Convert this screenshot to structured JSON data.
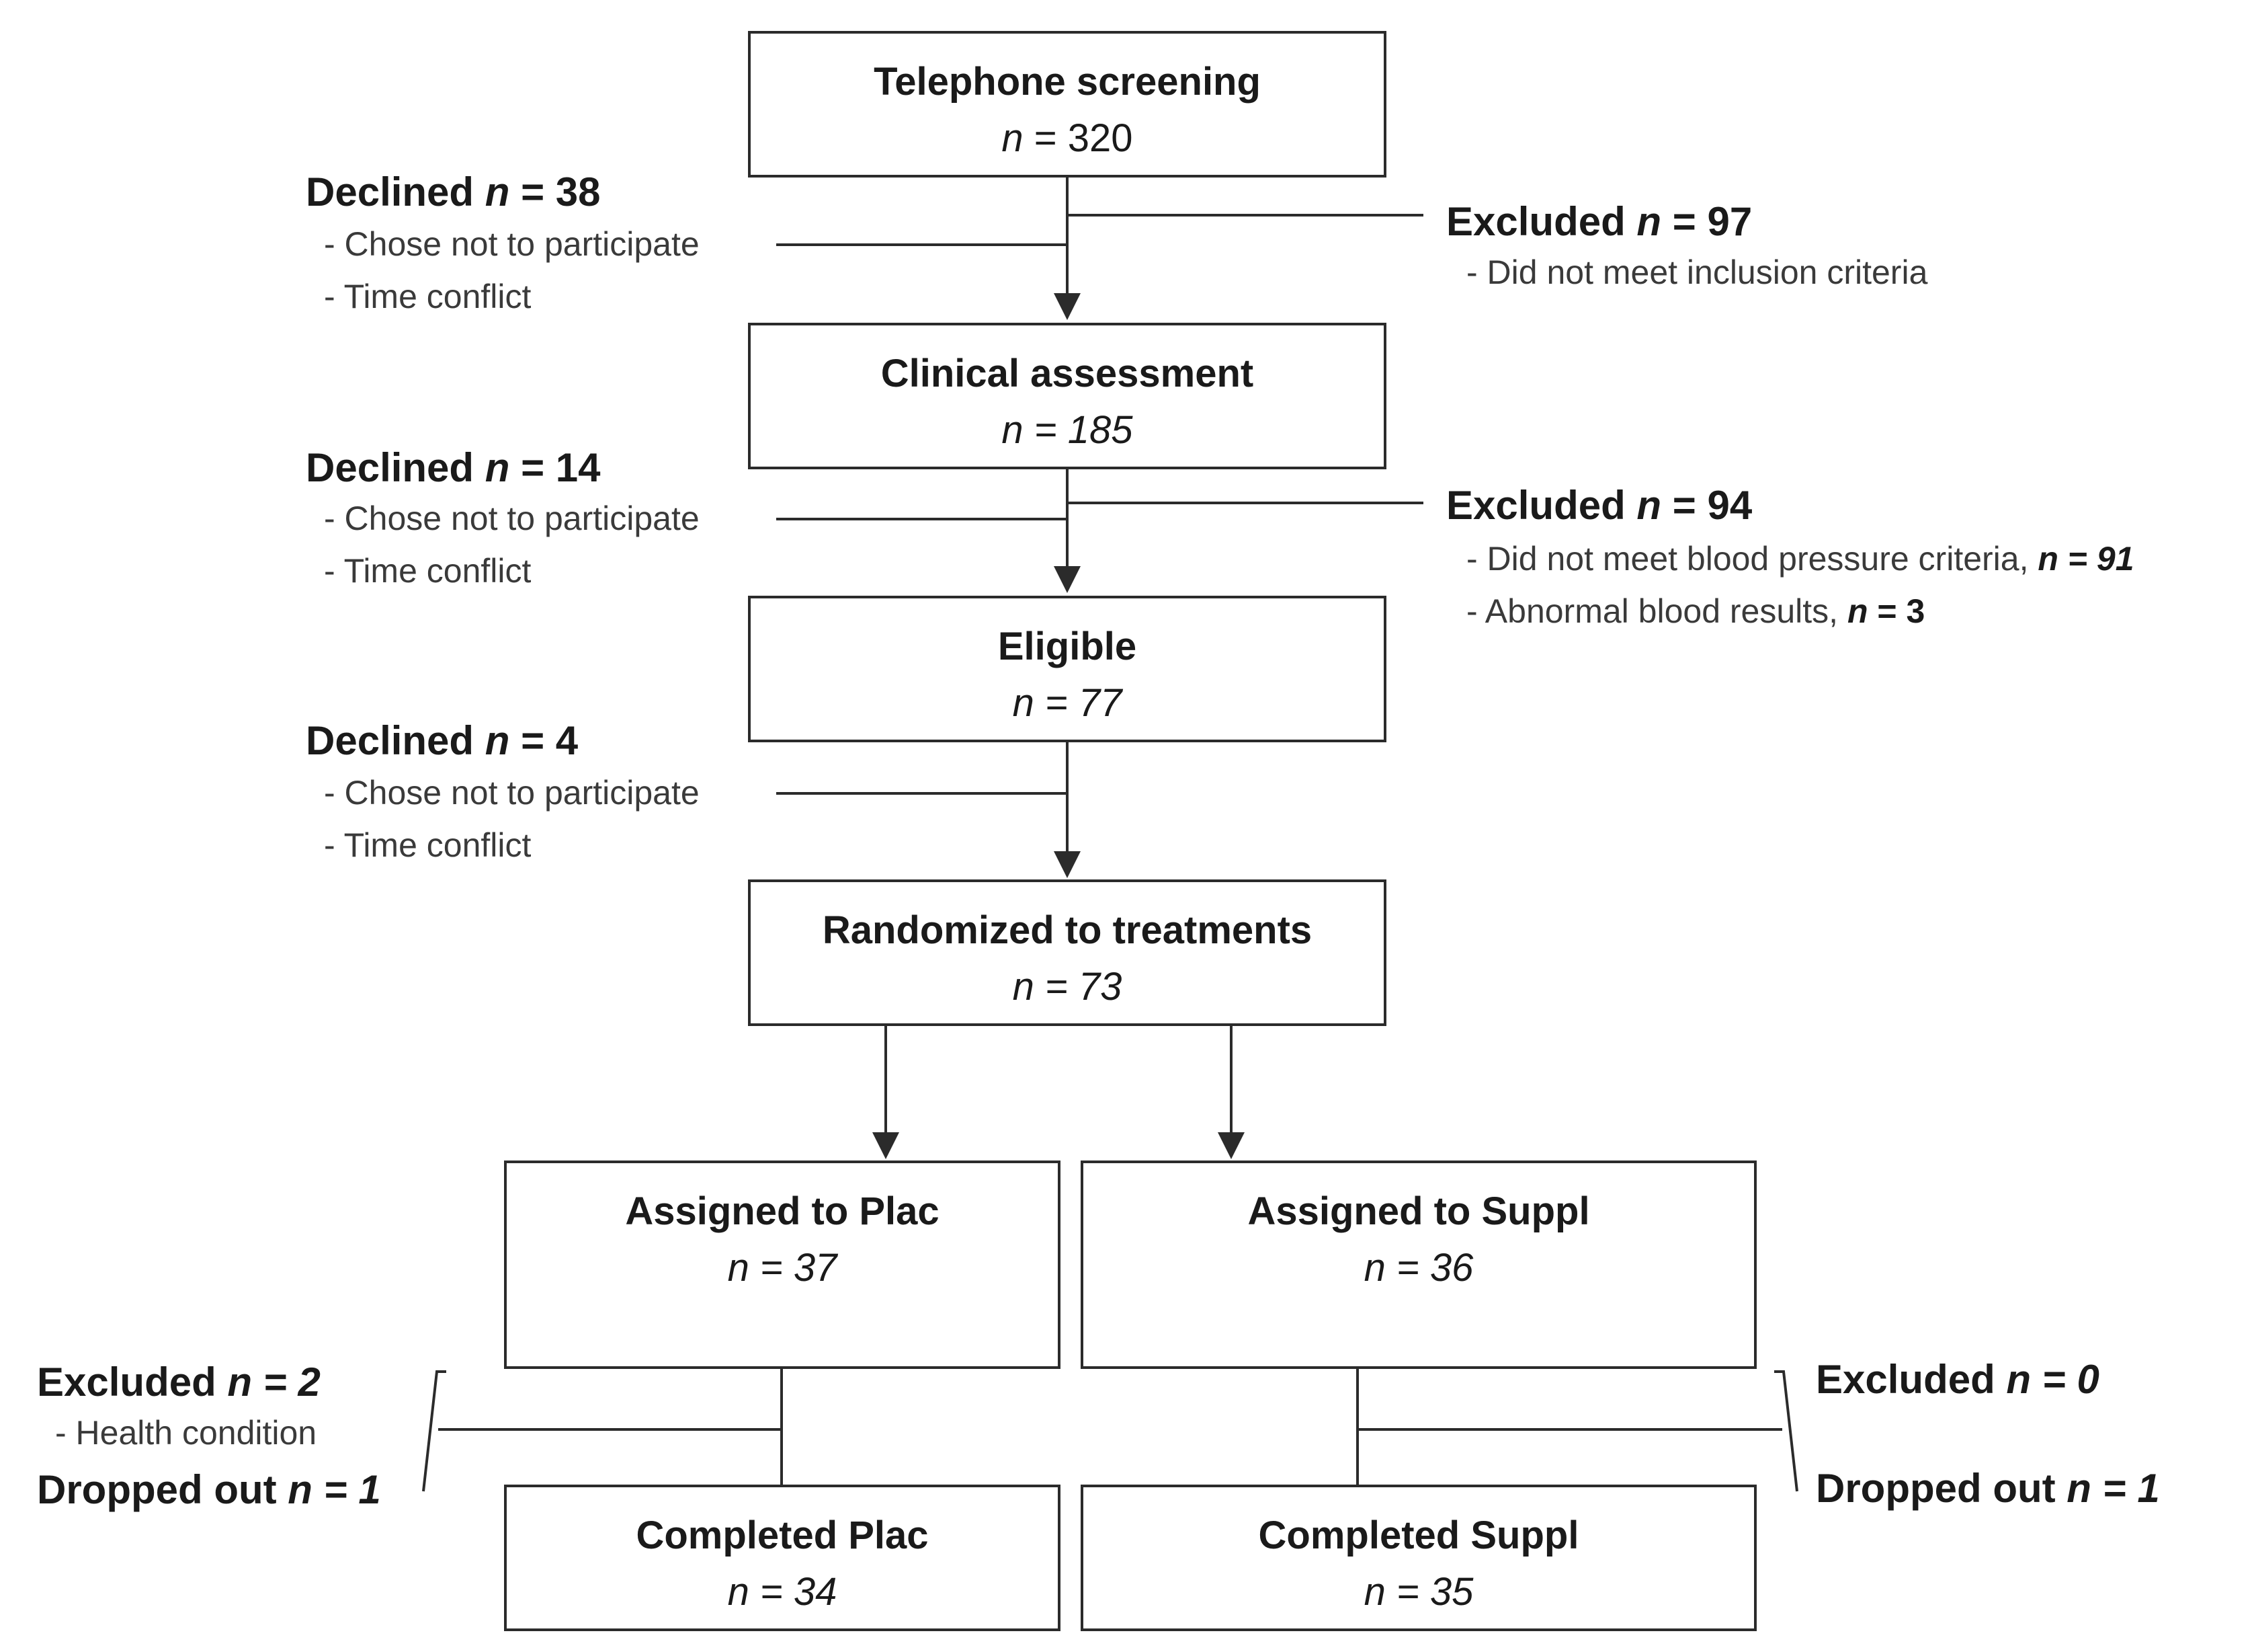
{
  "flowchart": {
    "nodes": [
      {
        "id": "screening",
        "title": "Telephone screening",
        "n": "320"
      },
      {
        "id": "clinical",
        "title": "Clinical assessment",
        "n": "185"
      },
      {
        "id": "eligible",
        "title": "Eligible",
        "n": "77"
      },
      {
        "id": "randomized",
        "title": "Randomized to treatments",
        "n": "73"
      },
      {
        "id": "assigned_plac",
        "title": "Assigned to Plac",
        "n": "37"
      },
      {
        "id": "assigned_suppl",
        "title": "Assigned to Suppl",
        "n": "36"
      },
      {
        "id": "completed_plac",
        "title": "Completed Plac",
        "n": "34"
      },
      {
        "id": "completed_suppl",
        "title": "Completed Suppl",
        "n": "35"
      }
    ],
    "n_prefix": "n = ",
    "declined": [
      {
        "label": "Declined",
        "n": "38",
        "reasons": [
          "- Chose not to participate",
          "- Time conflict"
        ]
      },
      {
        "label": "Declined",
        "n": "14",
        "reasons": [
          "- Chose not to participate",
          "- Time conflict"
        ]
      },
      {
        "label": "Declined",
        "n": "4",
        "reasons": [
          "- Chose not to participate",
          "- Time conflict"
        ]
      }
    ],
    "excluded_screening": {
      "label": "Excluded",
      "n": "97",
      "reasons": [
        "- Did not meet inclusion criteria"
      ]
    },
    "excluded_clinical": {
      "label": "Excluded",
      "n": "94",
      "reasons": [
        {
          "text": "- Did not meet blood pressure criteria, ",
          "n": "91"
        },
        {
          "text": "- Abnormal blood results, ",
          "n": "3"
        }
      ]
    },
    "plac_losses": {
      "excluded_label": "Excluded",
      "excluded_n": "2",
      "reason": "- Health condition",
      "dropped_label": "Dropped out",
      "dropped_n": "1"
    },
    "suppl_losses": {
      "excluded_label": "Excluded",
      "excluded_n": "0",
      "dropped_label": "Dropped out",
      "dropped_n": "1"
    }
  }
}
